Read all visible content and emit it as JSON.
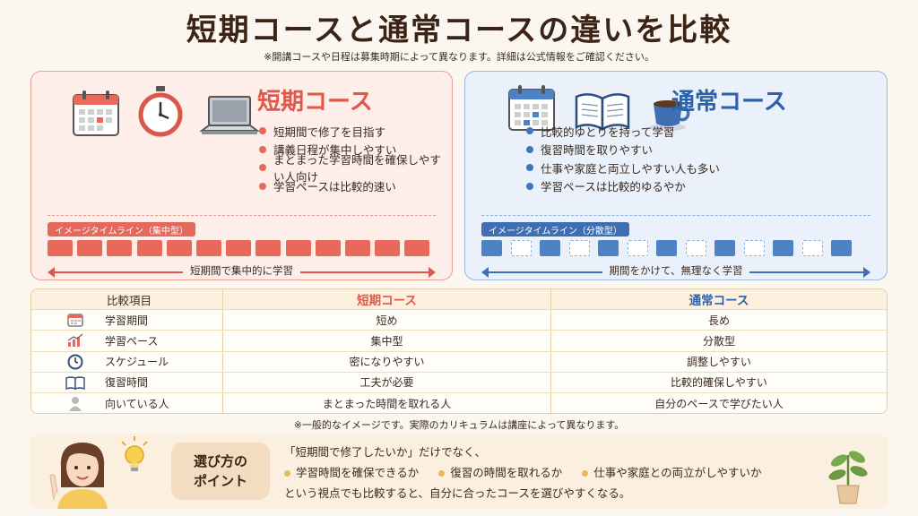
{
  "title": "短期コースと通常コースの違いを比較",
  "note_top": "※開講コースや日程は募集時期によって異なります。詳細は公式情報をご確認ください。",
  "short_panel": {
    "title": "短期コース",
    "bullets": [
      "短期間で修了を目指す",
      "講義日程が集中しやすい",
      "まとまった学習時間を確保しやすい人向け",
      "学習ペースは比較的速い"
    ],
    "timeline_label": "イメージタイムライン（集中型）",
    "arrow_text": "短期間で集中的に学習",
    "accent": "#e3564a"
  },
  "normal_panel": {
    "title": "通常コース",
    "bullets": [
      "比較的ゆとりを持って学習",
      "復習時間を取りやすい",
      "仕事や家庭と両立しやすい人も多い",
      "学習ペースは比較的ゆるやか"
    ],
    "timeline_label": "イメージタイムライン（分散型）",
    "arrow_text": "期間をかけて、無理なく学習",
    "accent": "#2d62a8"
  },
  "table": {
    "headers": [
      "比較項目",
      "短期コース",
      "通常コース"
    ],
    "rows": [
      {
        "item": "学習期間",
        "short": "短め",
        "normal": "長め"
      },
      {
        "item": "学習ペース",
        "short": "集中型",
        "normal": "分散型"
      },
      {
        "item": "スケジュール",
        "short": "密になりやすい",
        "normal": "調整しやすい"
      },
      {
        "item": "復習時間",
        "short": "工夫が必要",
        "normal": "比較的確保しやすい"
      },
      {
        "item": "向いている人",
        "short": "まとまった時間を取れる人",
        "normal": "自分のペースで学びたい人"
      }
    ]
  },
  "note_mid": "※一般的なイメージです。実際のカリキュラムは講座によって異なります。",
  "point": {
    "badge_line1": "選び方の",
    "badge_line2": "ポイント",
    "line1": "「短期間で修了したいか」だけでなく、",
    "items": [
      "学習時間を確保できるか",
      "復習の時間を取れるか",
      "仕事や家庭との両立がしやすいか"
    ],
    "line3": "という視点でも比較すると、自分に合ったコースを選びやすくなる。"
  },
  "icons": {
    "short": [
      "calendar-icon",
      "stopwatch-icon",
      "laptop-icon"
    ],
    "normal": [
      "calendar-icon",
      "open-book-icon",
      "coffee-cup-icon"
    ],
    "table": [
      "calendar-icon",
      "chart-icon",
      "clock-icon",
      "book-icon",
      "person-icon"
    ],
    "bottom": [
      "person-illustration",
      "lightbulb-icon",
      "plant-icon"
    ]
  }
}
